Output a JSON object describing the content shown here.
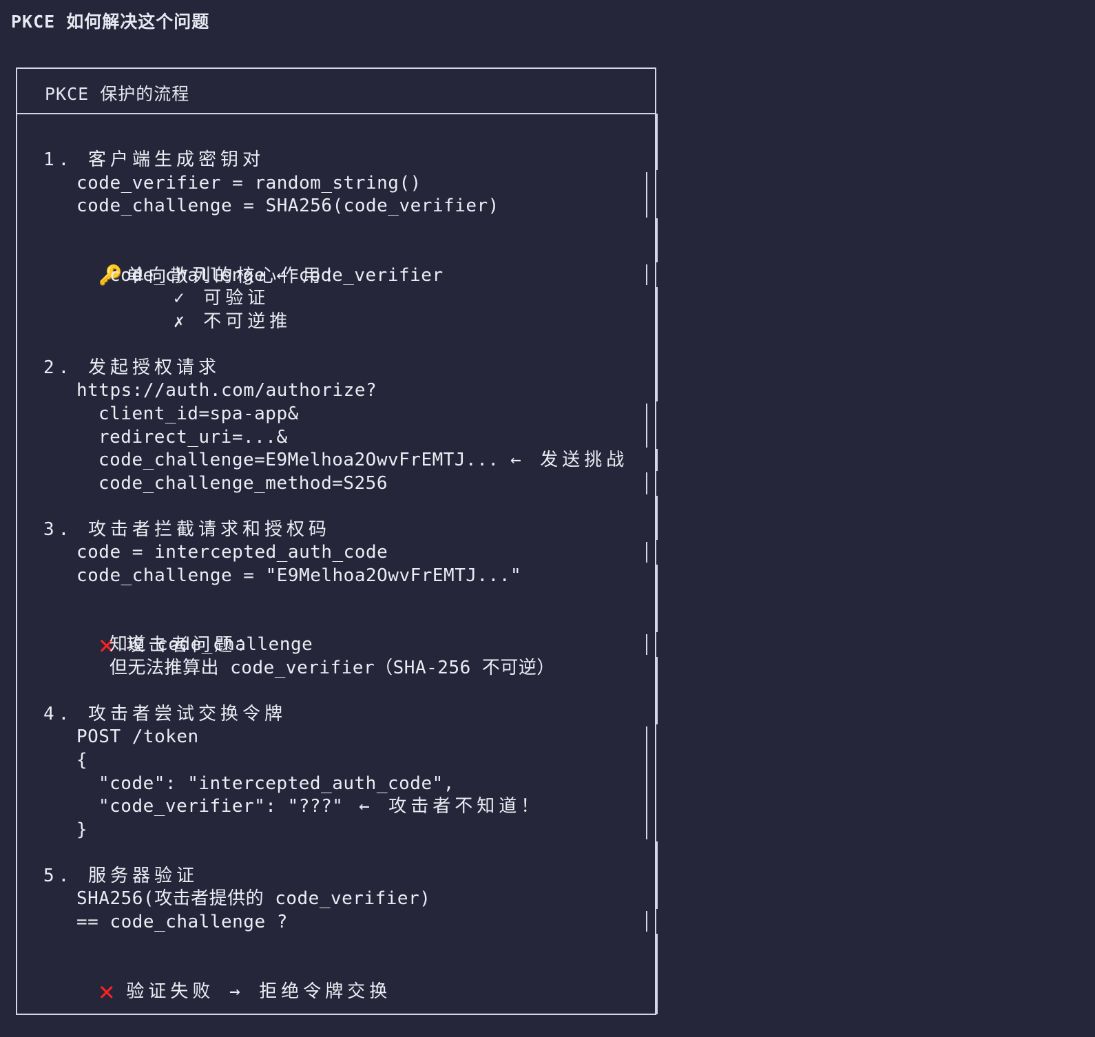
{
  "page_title": "PKCE 如何解决这个问题",
  "box": {
    "title": "PKCE 保护的流程"
  },
  "steps": {
    "s1": {
      "heading": "1. 客户端生成密钥对",
      "l1": "code_verifier = random_string()",
      "l2": "code_challenge = SHA256(code_verifier)",
      "note_icon": "key-icon",
      "note_title": "单向散列的核心作用：",
      "note_l1": "code_challenge ← code_verifier",
      "note_l2": "✓ 可验证",
      "note_l3": "✗ 不可逆推"
    },
    "s2": {
      "heading": "2. 发起授权请求",
      "l1": "https://auth.com/authorize?",
      "l2": "client_id=spa-app&",
      "l3": "redirect_uri=...&",
      "l4": "code_challenge=E9Melhoa2OwvFrEMTJ...",
      "l4_note": "← 发送挑战",
      "l5": "code_challenge_method=S256"
    },
    "s3": {
      "heading": "3. 攻击者拦截请求和授权码",
      "l1": "code = intercepted_auth_code",
      "l2": "code_challenge = \"E9Melhoa2OwvFrEMTJ...\"",
      "note_icon": "x-mark-icon",
      "note_title": "攻击者问题：",
      "note_l1": "知道 code_challenge",
      "note_l2": "但无法推算出 code_verifier（SHA-256 不可逆）"
    },
    "s4": {
      "heading": "4. 攻击者尝试交换令牌",
      "l1": "POST /token",
      "l2": "{",
      "l3": "\"code\": \"intercepted_auth_code\",",
      "l4": "\"code_verifier\": \"???\"",
      "l4_note": "← 攻击者不知道！",
      "l5": "}"
    },
    "s5": {
      "heading": "5. 服务器验证",
      "l1": "SHA256(攻击者提供的 code_verifier)",
      "l2": "== code_challenge ?",
      "result_icon": "x-mark-icon",
      "result": "验证失败 → 拒绝令牌交换"
    }
  },
  "colors": {
    "background": "#252639",
    "text": "#ececf4",
    "border": "#d6d6e6",
    "error": "#ff2222",
    "key": "#e7b13a"
  }
}
